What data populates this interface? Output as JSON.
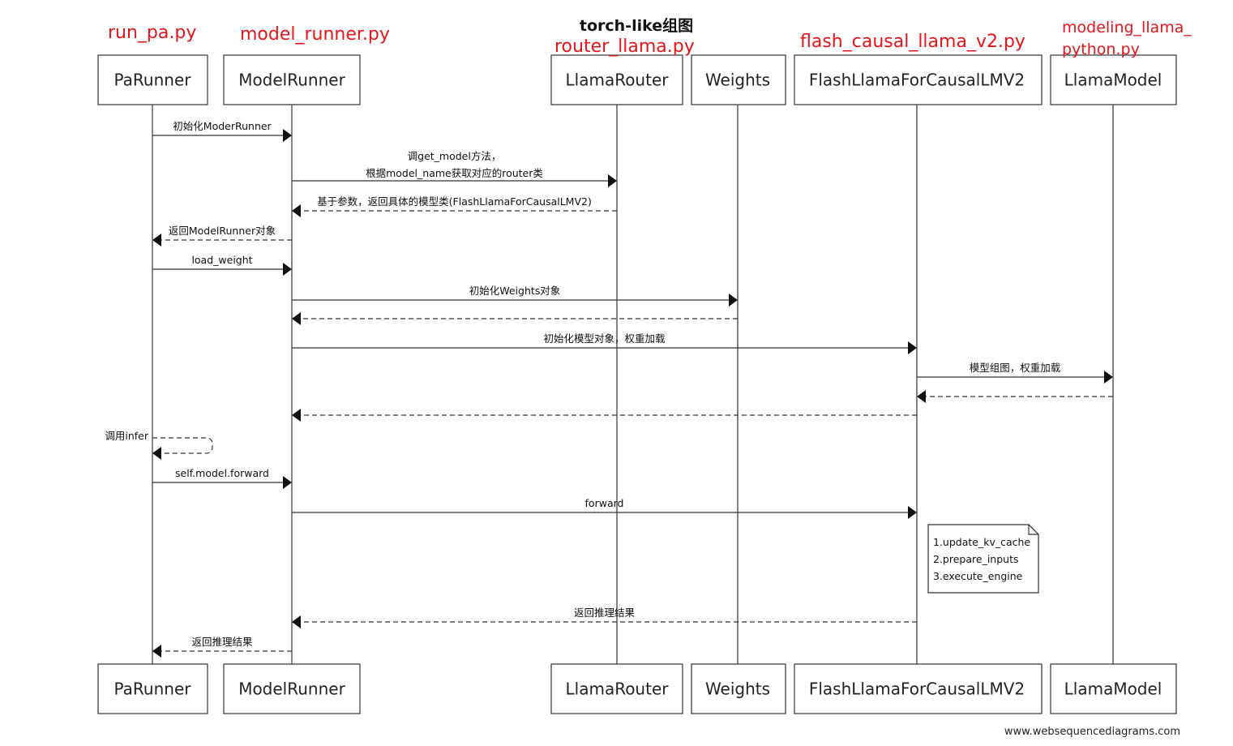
{
  "title": "torch-like组图",
  "footer": "www.websequencediagrams.com",
  "file_labels": [
    "run_pa.py",
    "model_runner.py",
    "router_llama.py",
    "flash_causal_llama_v2.py",
    "modeling_llama_python.py"
  ],
  "participants": [
    "PaRunner",
    "ModelRunner",
    "LlamaRouter",
    "Weights",
    "FlashLlamaForCausalLMV2",
    "LlamaModel"
  ],
  "messages": [
    {
      "from": "PaRunner",
      "to": "ModelRunner",
      "label": "初始化ModerRunner",
      "style": "solid"
    },
    {
      "from": "ModelRunner",
      "to": "LlamaRouter",
      "label": [
        "调get_model方法，",
        "根据model_name获取对应的router类"
      ],
      "style": "solid"
    },
    {
      "from": "LlamaRouter",
      "to": "ModelRunner",
      "label": "基于参数，返回具体的模型类(FlashLlamaForCausalLMV2)",
      "style": "dashed"
    },
    {
      "from": "ModelRunner",
      "to": "PaRunner",
      "label": "返回ModelRunner对象",
      "style": "dashed"
    },
    {
      "from": "PaRunner",
      "to": "ModelRunner",
      "label": "load_weight",
      "style": "solid"
    },
    {
      "from": "ModelRunner",
      "to": "Weights",
      "label": "初始化Weights对象",
      "style": "solid"
    },
    {
      "from": "Weights",
      "to": "ModelRunner",
      "label": "",
      "style": "dashed"
    },
    {
      "from": "ModelRunner",
      "to": "FlashLlamaForCausalLMV2",
      "label": "初始化模型对象，权重加载",
      "style": "solid"
    },
    {
      "from": "FlashLlamaForCausalLMV2",
      "to": "LlamaModel",
      "label": "模型组图，权重加载",
      "style": "solid"
    },
    {
      "from": "LlamaModel",
      "to": "FlashLlamaForCausalLMV2",
      "label": "",
      "style": "dashed"
    },
    {
      "from": "FlashLlamaForCausalLMV2",
      "to": "ModelRunner",
      "label": "",
      "style": "dashed"
    },
    {
      "from": "PaRunner",
      "to": "PaRunner",
      "label": "调用infer",
      "style": "self"
    },
    {
      "from": "PaRunner",
      "to": "ModelRunner",
      "label": "self.model.forward",
      "style": "solid"
    },
    {
      "from": "ModelRunner",
      "to": "FlashLlamaForCausalLMV2",
      "label": "forward",
      "style": "solid"
    },
    {
      "from": "FlashLlamaForCausalLMV2",
      "to": "ModelRunner",
      "label": "返回推理结果",
      "style": "dashed"
    },
    {
      "from": "ModelRunner",
      "to": "PaRunner",
      "label": "返回推理结果",
      "style": "dashed"
    }
  ],
  "note": {
    "over": "FlashLlamaForCausalLMV2",
    "lines": [
      "1.update_kv_cache",
      "2.prepare_inputs",
      "3.execute_engine"
    ]
  }
}
